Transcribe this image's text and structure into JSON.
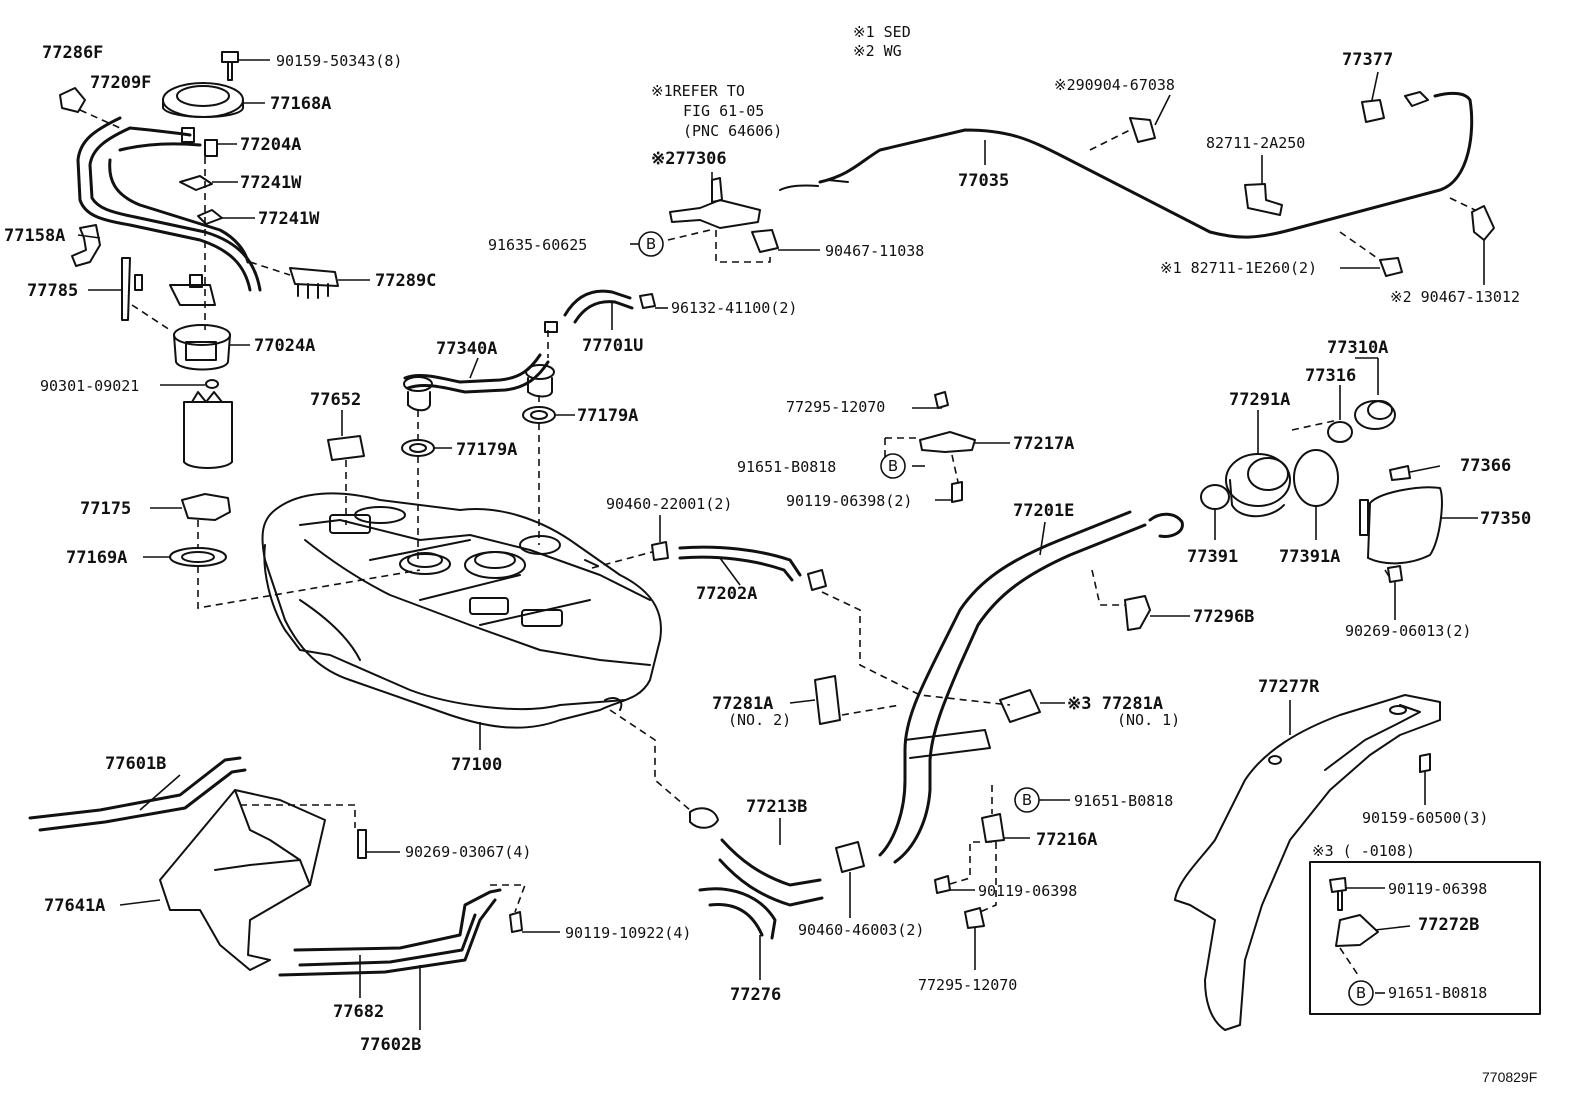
{
  "legend": {
    "line1": "※1 SED",
    "line2": "※2 WG"
  },
  "notes": {
    "refer_line1": "※1REFER TO",
    "refer_line2": "FIG 61-05",
    "refer_line3": "(PNC 64606)",
    "inset_title": "※3 (     -0108)"
  },
  "callout_symbol": "B",
  "part_labels": {
    "p77286F": "77286F",
    "p90159_50343": "90159-50343(8)",
    "p77209F": "77209F",
    "p77168A": "77168A",
    "p77204A": "77204A",
    "p77241W_1": "77241W",
    "p77241W_2": "77241W",
    "p77158A": "77158A",
    "p77289C": "77289C",
    "p77785": "77785",
    "p77024A": "77024A",
    "p90301_09021": "90301-09021",
    "p77652": "77652",
    "p77175": "77175",
    "p77169A": "77169A",
    "p77340A": "77340A",
    "p77179A_1": "77179A",
    "p77179A_2": "77179A",
    "p77701U": "77701U",
    "p96132_41100": "96132-41100(2)",
    "p77306": "※277306",
    "p91635_60625": "91635-60625",
    "p90467_11038": "90467-11038",
    "p77035": "77035",
    "p90904_67038": "※290904-67038",
    "p82711_2A250": "82711-2A250",
    "p82711_1E260": "※1 82711-1E260(2)",
    "p77377": "77377",
    "p90467_13012": "※2 90467-13012",
    "p77295_12070_1": "77295-12070",
    "p77217A": "77217A",
    "p91651_B0818_1": "91651-B0818",
    "p90119_06398_2": "90119-06398(2)",
    "p90460_22001": "90460-22001(2)",
    "p77202A": "77202A",
    "p77201E": "77201E",
    "p77296B": "77296B",
    "p77310A": "77310A",
    "p77316": "77316",
    "p77291A": "77291A",
    "p77366": "77366",
    "p77350": "77350",
    "p77391": "77391",
    "p77391A": "77391A",
    "p90269_06013": "90269-06013(2)",
    "p77281A_no2": "77281A",
    "p77281A_no2_sub": "(NO. 2)",
    "p77281A_no1": "※3 77281A",
    "p77281A_no1_sub": "(NO. 1)",
    "p77100": "77100",
    "p77601B": "77601B",
    "p90269_03067": "90269-03067(4)",
    "p77641A": "77641A",
    "p90119_10922": "90119-10922(4)",
    "p77682": "77682",
    "p77602B": "77602B",
    "p77213B": "77213B",
    "p77276": "77276",
    "p90460_46003": "90460-46003(2)",
    "p91651_B0818_2": "91651-B0818",
    "p77216A": "77216A",
    "p90119_06398_1": "90119-06398",
    "p77295_12070_2": "77295-12070",
    "p77277R": "77277R",
    "p90159_60500": "90159-60500(3)",
    "p90119_06398_3": "90119-06398",
    "p77272B": "77272B",
    "p91651_B0818_3": "91651-B0818"
  },
  "figure_ref": "770829F"
}
